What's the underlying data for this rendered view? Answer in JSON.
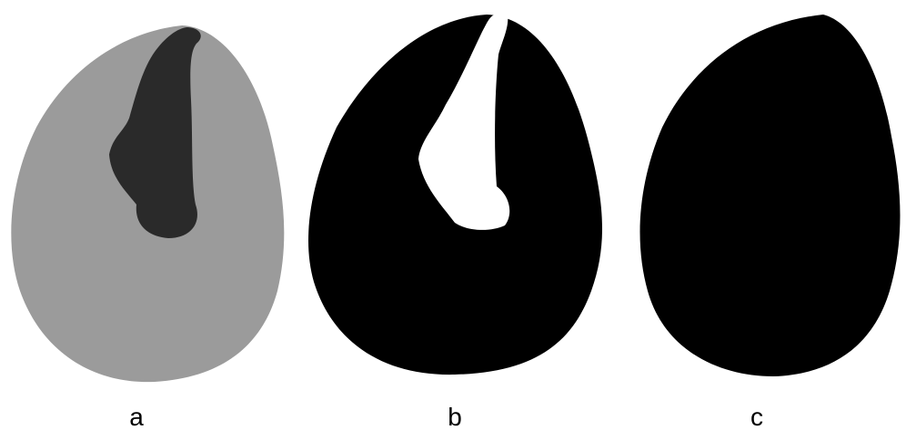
{
  "panels": [
    {
      "label": "a"
    },
    {
      "label": "b"
    },
    {
      "label": "c"
    }
  ],
  "colors": {
    "background": "#ffffff",
    "outer_region": "#9b9b9b",
    "inner_region_a": "#2a2a2a",
    "mask_black": "#000000",
    "mask_hole": "#ffffff"
  }
}
